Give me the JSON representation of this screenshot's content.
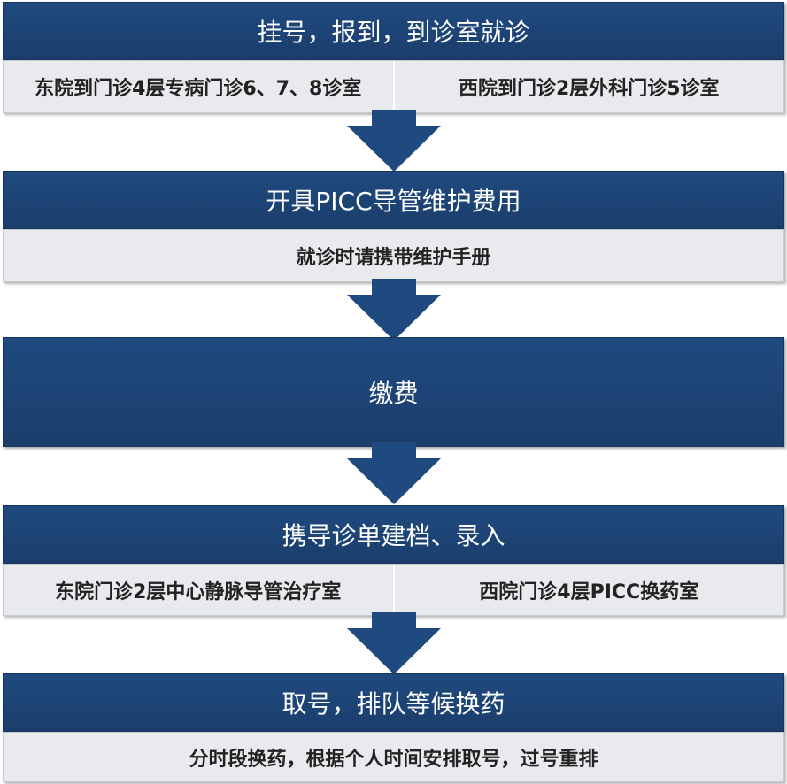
{
  "steps": [
    {
      "title": "挂号，报到，到诊室就诊",
      "details": [
        "东院到门诊4层专病门诊6、7、8诊室",
        "西院到门诊2层外科门诊5诊室"
      ]
    },
    {
      "title": "开具PICC导管维护费用",
      "details": [
        "就诊时请携带维护手册"
      ]
    },
    {
      "title": "缴费",
      "details": []
    },
    {
      "title": "携导诊单建档、录入",
      "details": [
        "东院门诊2层中心静脉导管治疗室",
        "西院门诊4层PICC换药室"
      ]
    },
    {
      "title": "取号，排队等候换药",
      "details": [
        "分时段换药，根据个人时间安排取号，过号重排"
      ]
    }
  ],
  "colors": {
    "header": "#1f4a80",
    "sub": "#e8eaee",
    "arrow": "#1f4a80"
  }
}
